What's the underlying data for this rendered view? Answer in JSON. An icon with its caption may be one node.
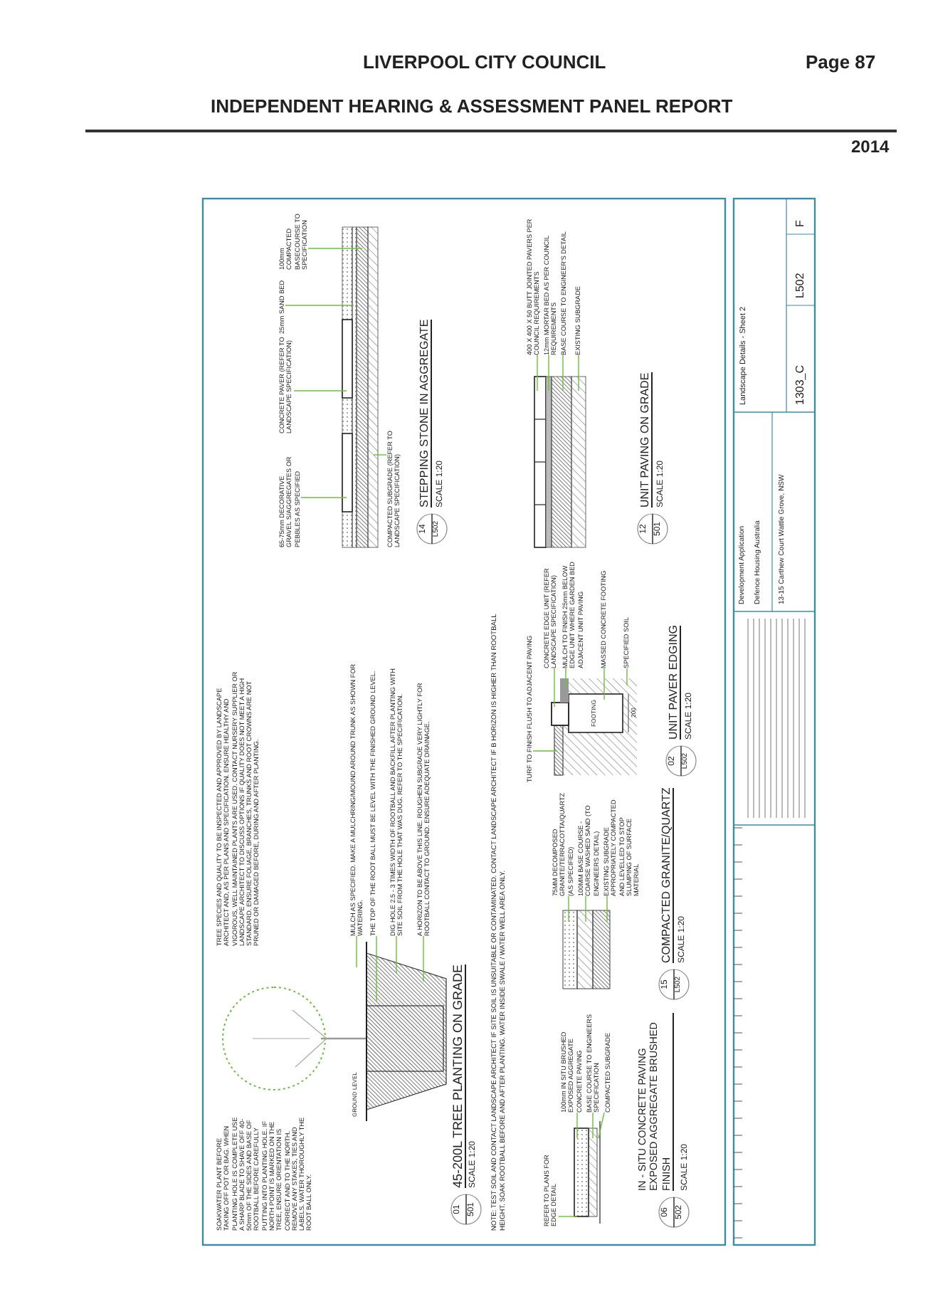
{
  "diagram": {
    "nodes": [
      {
        "text": [
          "MULCH AS SPECIFIED. MAKE A MULCHRING/MOUND AROUND TRUNK AS SHOWN FOR WATERING."
        ]
      },
      {
        "text": [
          "THE TOP OF THE ROOT BALL MUST BE LEVEL WITH THE FINISHED GROUND LEVEL."
        ]
      },
      {
        "text": [
          "DIG HOLE 2.5 - 3 TIMES WIDTH OF ROOTBALL AND BACKFILL AFTER PLANTING WITH SITE SOIL FROM THE HOLE THAT WAS DUG. REFER TO THE SPECIFICATION."
        ]
      },
      {
        "text": [
          "A HORIZON TO BE ABOVE THIS LINE. ROUGHEN SUBGRADE VERY LIGHTLY FOR ROOTBALL CONTACT TO GROUND. ENSURE ADEQUATE DRAINAGE."
        ]
      },
      {
        "text": [
          "REFER TO PLANS FOR EDGE DETAIL"
        ]
      },
      {
        "text": [
          "100mm IN SITU BRUSHED EXPOSED AGGREGATE CONCRETE PAVING"
        ]
      },
      {
        "text": [
          "BASE COURSE TO ENGINEERS SPECIFICATION"
        ]
      },
      {
        "text": [
          "COMPACTED SUBGRADE"
        ]
      },
      {
        "text": [
          "75MM DECOMPOSED GRANITE/TERRACOTTA/QUARTZ (AS SPECIFIED)"
        ]
      },
      {
        "text": [
          "100MM BASE COURSE - COARSE WASHED SAND (TO ENGINEERS DETAIL)"
        ]
      },
      {
        "text": [
          "EXISTING SUBGRADE APPROPRIATELY COMPACTED AND LEVELLED TO STOP SLUMPING OF SURFACE MATERIAL"
        ]
      },
      {
        "text": [
          "TURF TO FINISH FLUSH TO ADJACENT PAVING"
        ]
      },
      {
        "text": [
          "CONCRETE EDGE UNIT (REFER LANDSCAPE SPECIFICATION)"
        ]
      },
      {
        "text": [
          "MULCH TO FINISH 25mm BELOW EDGE UNIT WHERE GARDEN BED ADJACENT UNIT PAVING"
        ]
      },
      {
        "text": [
          "MASSED CONCRETE FOOTING"
        ]
      },
      {
        "text": [
          "SPECIFIED SOIL"
        ]
      },
      {
        "text": [
          "65-75mm DECORATIVE GRAVEL S/AGGREGATES OR PEBBLES AS SPECIFIED"
        ]
      },
      {
        "text": [
          "CONCRETE PAVER (REFER TO LANDSCAPE SPECIFICATION)"
        ]
      },
      {
        "text": [
          "25mm SAND BED"
        ]
      },
      {
        "text": [
          "100mm COMPACTED BASECOURSE TO SPECIFICATION"
        ]
      },
      {
        "text": [
          "COMPACTED SUBGRADE (REFER TO LANDSCAPE SPECIFICATION)"
        ]
      },
      {
        "text": [
          "400 X 400 X 50 BUTT JOINTED PAVERS PER COUNCIL REQUIREMENTS"
        ]
      },
      {
        "text": [
          "12mm MORTAR BED AS PER COUNCIL REQUIREMENTS"
        ]
      },
      {
        "text": [
          "BASE COURSE TO ENGINEER'S DETAIL"
        ]
      },
      {
        "text": [
          "EXISTING SUBGRADE"
        ]
      },
      {
        "text": [],
        "shape": "picture"
      },
      {
        "text": [],
        "shape": "picture"
      },
      {
        "text": [],
        "shape": "picture"
      },
      {
        "text": [],
        "shape": "picture"
      },
      {
        "text": [],
        "shape": "picture"
      },
      {
        "text": [],
        "shape": "picture"
      }
    ],
    "edges": [
      {
        "from": 0,
        "to": 25,
        "arrow": "none"
      },
      {
        "from": 1,
        "to": 25,
        "arrow": "none"
      },
      {
        "from": 2,
        "to": 25,
        "arrow": "none"
      },
      {
        "from": 3,
        "to": 25,
        "arrow": "none"
      },
      {
        "from": 4,
        "to": 26,
        "arrow": "none"
      },
      {
        "from": 5,
        "to": 26,
        "arrow": "none"
      },
      {
        "from": 6,
        "to": 26,
        "arrow": "none"
      },
      {
        "from": 7,
        "to": 26,
        "arrow": "none"
      },
      {
        "from": 8,
        "to": 27,
        "arrow": "none"
      },
      {
        "from": 9,
        "to": 27,
        "arrow": "none"
      },
      {
        "from": 10,
        "to": 27,
        "arrow": "none"
      },
      {
        "from": 11,
        "to": 28,
        "arrow": "none"
      },
      {
        "from": 12,
        "to": 28,
        "arrow": "none"
      },
      {
        "from": 13,
        "to": 28,
        "arrow": "none"
      },
      {
        "from": 14,
        "to": 28,
        "arrow": "none"
      },
      {
        "from": 15,
        "to": 28,
        "arrow": "none"
      },
      {
        "from": 16,
        "to": 29,
        "arrow": "none"
      },
      {
        "from": 17,
        "to": 29,
        "arrow": "none"
      },
      {
        "from": 18,
        "to": 29,
        "arrow": "none"
      },
      {
        "from": 19,
        "to": 29,
        "arrow": "none"
      },
      {
        "from": 20,
        "to": 29,
        "arrow": "none"
      },
      {
        "from": 21,
        "to": 30,
        "arrow": "none"
      },
      {
        "from": 22,
        "to": 30,
        "arrow": "none"
      },
      {
        "from": 23,
        "to": 30,
        "arrow": "none"
      },
      {
        "from": 24,
        "to": 30,
        "arrow": "none"
      }
    ],
    "labels": [
      "LIVERPOOL CITY COUNCIL",
      "Page 87",
      "INDEPENDENT HEARING & ASSESSMENT PANEL REPORT",
      "2014",
      "SOAKWATER PLANT BEFORE TAKING OFF POT OR BAG. WHEN PLANTING HOLE IS COMPLETE USE A SHARP BLADE TO SHAVE OFF 40-50mm OF THE SIDES AND BASE OF ROOTBALL BEFORE CAREFULLY PUTTING INTO PLANTING HOLE. IF NORTH POINT IS MARKED ON THE TREE, ENSURE ORIENTATION IS CORRECT AND TO THE NORTH. REMOVE ANY STAKES, TIES AND LABELS. WATER THOROUGHLY THE ROOT BALL ONLY.",
      "TREE SPECIES AND QUALITY TO BE INSPECTED AND APPROVED BY LANDSCAPE ARCHITECT AND, AS PER PLANS AND SPECIFICATION. ENSURE HEALTHY AND VIGOROUS, WELL MAINTAINED PLANTS ARE USED. CONTACT NURSERY SUPPLIER OR LANDSCAPE ARCHITECT TO DISCUSS OPTIONS IF QUALITY DOES NOT MEET A HIGH STANDARD. ENSURE FOLIAGE, BRANCHES, TRUNKS AND ROOT CROWNS ARE NOT PRUNED OR DAMAGED BEFORE, DURING AND AFTER PLANTING.",
      "GROUND LEVEL",
      "01",
      "501",
      "45-200L TREE PLANTING ON GRADE",
      "SCALE 1:20",
      "NOTE: TEST SOIL AND CONTACT LANDSCAPE ARCHITECT IF SITE SOIL IS UNSUITABLE OR CONTAMINATED. CONTACT LANDSCAPE ARCHITECT IF B HORIZON IS HIGHER THAN ROOTBALL HEIGHT. SOAK ROOTBALL BEFORE AND AFTER PLANTING. WATER INSIDE SWALE / WATER WELL AREA ONLY.",
      "06",
      "502",
      "IN - SITU CONCRETE PAVING EXPOSED AGGREGATE BRUSHED FINISH",
      "SCALE 1:20",
      "15",
      "L502",
      "COMPACTED GRANITE/QUARTZ",
      "SCALE 1:20",
      "FOOTING",
      "200",
      "02",
      "L502",
      "UNIT PAVER EDGING",
      "SCALE 1:20",
      "14",
      "L502",
      "STEPPING STONE IN AGGREGATE",
      "SCALE 1:20",
      "12",
      "501",
      "UNIT PAVING ON GRADE",
      "SCALE 1:20",
      "Development Application",
      "Defence Housing Australia",
      "13-15 Carthew Court Wattle Grove, NSW",
      "Landscape Details - Sheet 2",
      "1303_C",
      "L502",
      "F"
    ]
  }
}
